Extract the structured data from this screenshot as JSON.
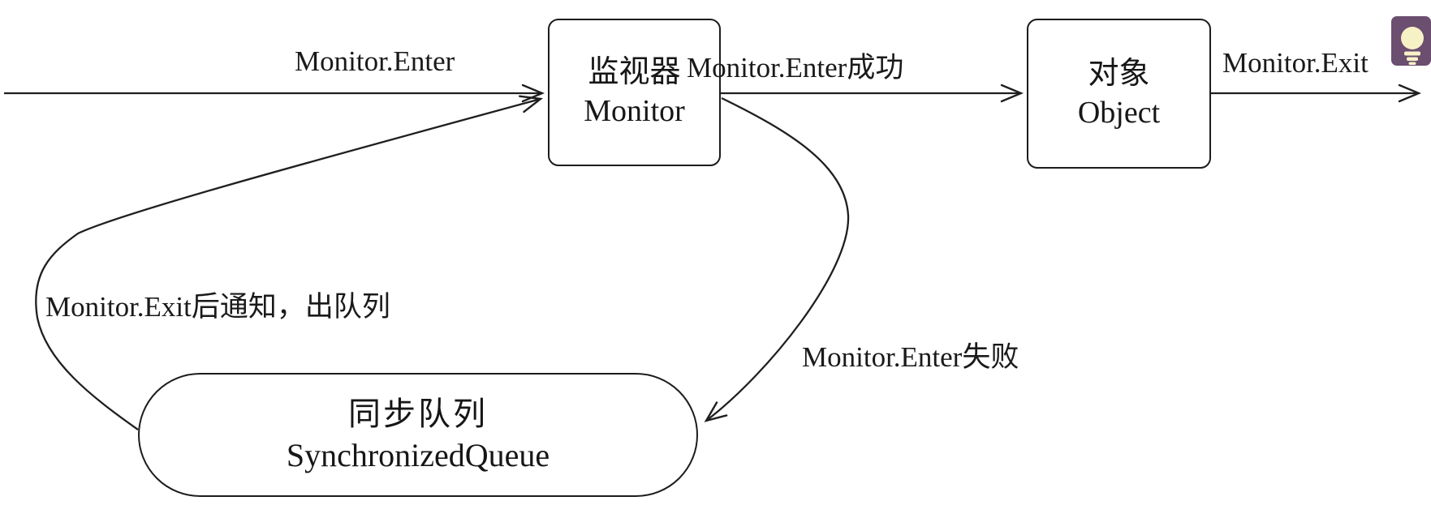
{
  "colors": {
    "background": "#ffffff",
    "line": "#1f1f1f",
    "text": "#1a1a1a",
    "bulb_badge_bg": "#6B4E70",
    "bulb_glyph": "#F7F1C6"
  },
  "nodes": {
    "monitor": {
      "zh": "监视器",
      "en": "Monitor"
    },
    "object": {
      "zh": "对象",
      "en": "Object"
    },
    "queue": {
      "zh": "同步队列",
      "en": "SynchronizedQueue"
    }
  },
  "edges": {
    "enter": {
      "label": "Monitor.Enter"
    },
    "enter_success": {
      "label": "Monitor.Enter成功"
    },
    "exit": {
      "label": "Monitor.Exit"
    },
    "enter_fail": {
      "label": "Monitor.Enter失败"
    },
    "notify_dequeue": {
      "label": "Monitor.Exit后通知，出队列"
    }
  },
  "icons": {
    "lightbulb": {
      "name": "tip-lightbulb"
    }
  }
}
